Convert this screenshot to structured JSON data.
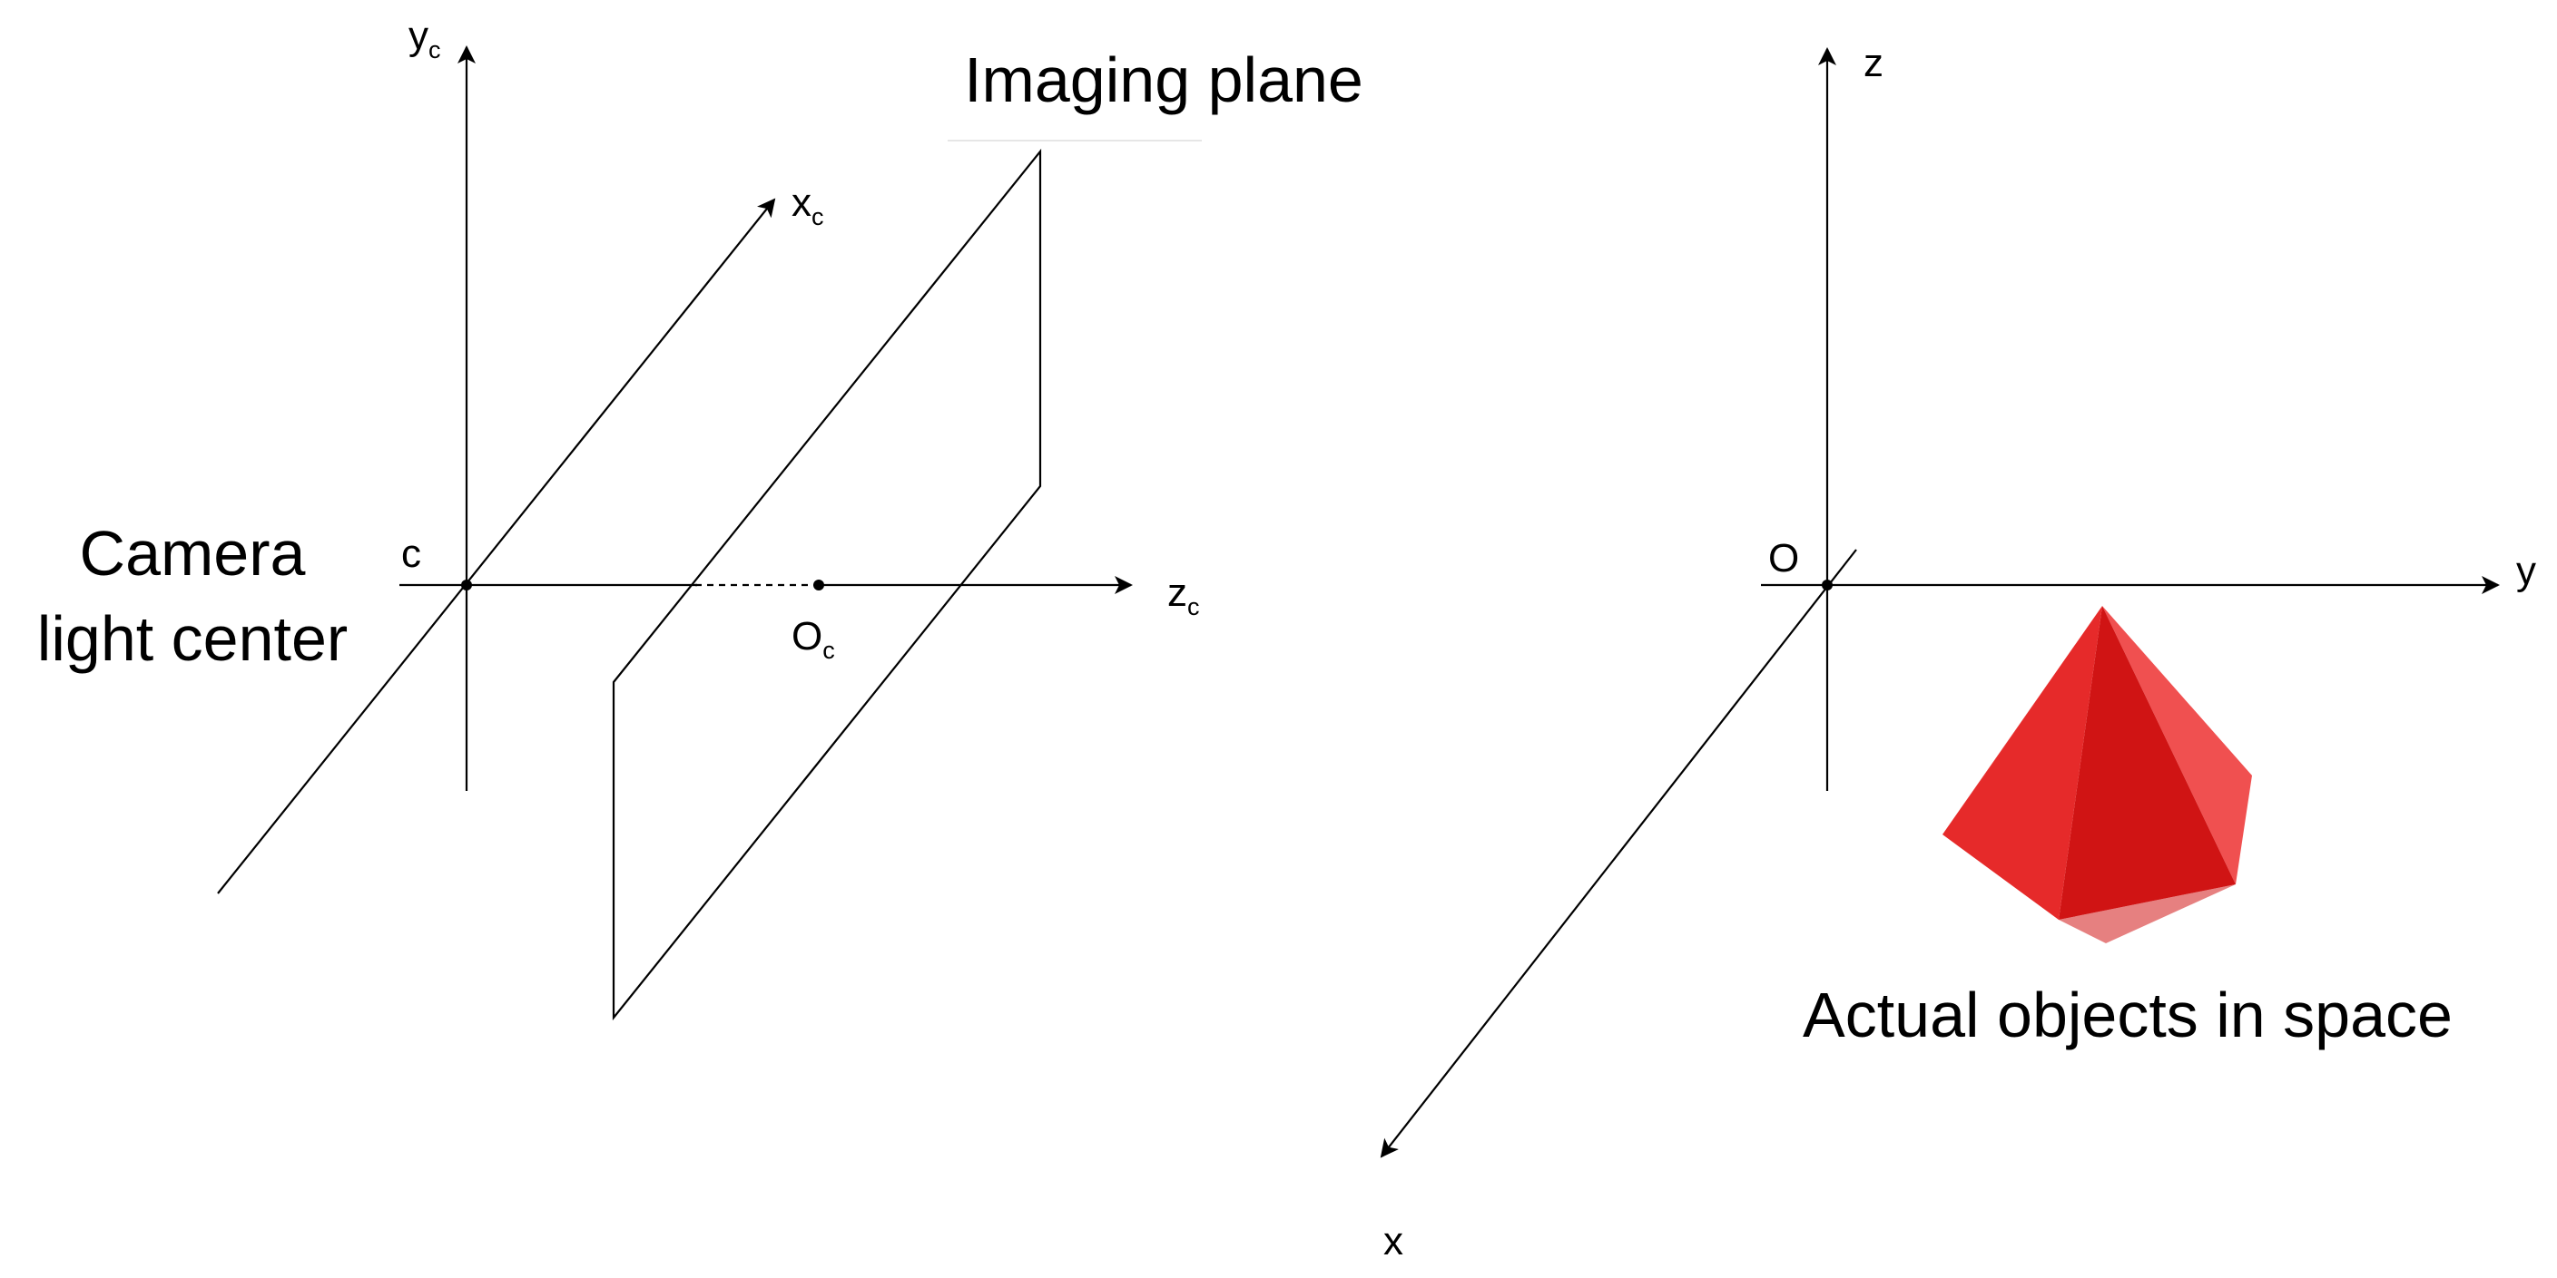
{
  "camera_frame": {
    "origin_label": "c",
    "x_axis": {
      "base": "x",
      "subscript": "c"
    },
    "y_axis": {
      "base": "y",
      "subscript": "c"
    },
    "z_axis": {
      "base": "z",
      "subscript": "c"
    },
    "principal_point": {
      "base": "O",
      "subscript": "c"
    },
    "caption_line1": "Camera",
    "caption_line2": "light center",
    "plane_caption": "Imaging plane"
  },
  "world_frame": {
    "origin_label": "O",
    "x_label": "x",
    "y_label": "y",
    "z_label": "z",
    "object_caption": "Actual objects in space"
  },
  "colors": {
    "object_light": "#f04040",
    "object_mid": "#e02020",
    "object_dark": "#c81010"
  }
}
